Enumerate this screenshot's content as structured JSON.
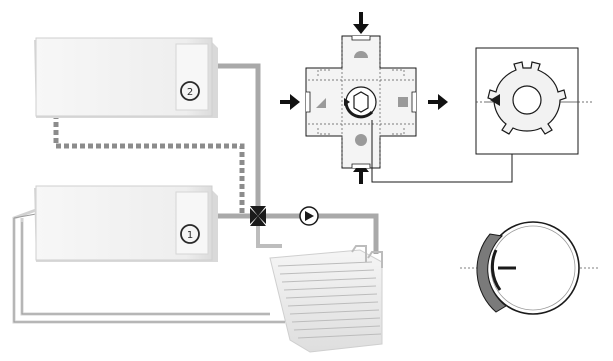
{
  "boilers": [
    {
      "id": "boiler-2",
      "number": "2"
    },
    {
      "id": "boiler-1",
      "number": "1"
    }
  ],
  "icons": {
    "arrow": "arrow-icon",
    "pump": "pump-icon",
    "valve": "mixing-valve-icon",
    "radiator": "radiator-icon",
    "selector": "valve-selector-icon",
    "dial": "rotary-dial-icon"
  },
  "colors": {
    "supply_pipe": "#a8a8a8",
    "return_pipe": "#c9c9c9",
    "unit_fill": "#f3f3f3",
    "outline": "#1a1a1a"
  }
}
